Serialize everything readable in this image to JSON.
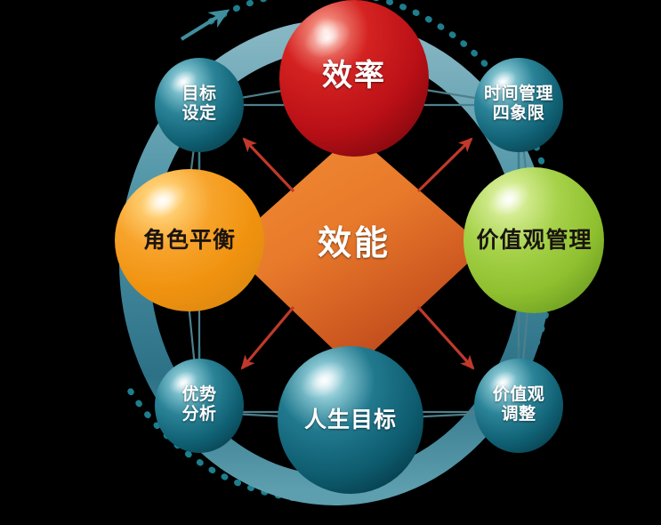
{
  "diagram": {
    "title": "效能",
    "background_color": "#000000",
    "ring_color": "#2b7f92",
    "arrow_color": "#c0392b",
    "dotted_arc_color": "#1f7f8c",
    "connector_color": "#4e7f8b",
    "core": {
      "label": "效能",
      "shape": "diamond",
      "color_top": "#ef7d2e",
      "color_bottom": "#b8441c",
      "text_color": "#ffffff"
    },
    "nodes": [
      {
        "id": "efficiency",
        "label": "效率",
        "color": "#cc1a1f",
        "color_light": "#e8544c",
        "size": "big",
        "text_color": "#ffffff",
        "position": "top-center"
      },
      {
        "id": "goal-setting",
        "label": "目标\n设定",
        "color": "#17697d",
        "color_light": "#4fa3b4",
        "size": "small",
        "text_color": "#ffffff",
        "position": "top-left"
      },
      {
        "id": "time-management-quadrants",
        "label": "时间管理\n四象限",
        "color": "#17697d",
        "color_light": "#4fa3b4",
        "size": "small",
        "text_color": "#ffffff",
        "position": "top-right"
      },
      {
        "id": "role-balance",
        "label": "角色平衡",
        "color": "#f59a21",
        "color_light": "#ffd46a",
        "size": "big",
        "text_color": "#1b1410",
        "position": "middle-left"
      },
      {
        "id": "values-management",
        "label": "价值观管理",
        "color": "#9acb3b",
        "color_light": "#cde87c",
        "size": "big",
        "text_color": "#1b1410",
        "position": "middle-right"
      },
      {
        "id": "strength-analysis",
        "label": "优势\n分析",
        "color": "#17697d",
        "color_light": "#4fa3b4",
        "size": "small",
        "text_color": "#ffffff",
        "position": "bottom-left"
      },
      {
        "id": "life-goals",
        "label": "人生目标",
        "color": "#136374",
        "color_light": "#5aa8b6",
        "size": "big",
        "text_color": "#ffffff",
        "position": "bottom-center"
      },
      {
        "id": "values-adjustment",
        "label": "价值观\n调整",
        "color": "#17697d",
        "color_light": "#4fa3b4",
        "size": "small",
        "text_color": "#ffffff",
        "position": "bottom-right"
      }
    ],
    "arrows": [
      {
        "id": "arrow-to-goal-setting",
        "from": "core",
        "to": "goal-setting"
      },
      {
        "id": "arrow-to-time-management",
        "from": "core",
        "to": "time-management-quadrants"
      },
      {
        "id": "arrow-to-strength-analysis",
        "from": "core",
        "to": "strength-analysis"
      },
      {
        "id": "arrow-to-values-adjustment",
        "from": "core",
        "to": "values-adjustment"
      }
    ],
    "cycle_arc": {
      "id": "clockwise-cycle-arc",
      "style": "dotted",
      "direction": "clockwise",
      "arrowhead": "top-left"
    }
  }
}
